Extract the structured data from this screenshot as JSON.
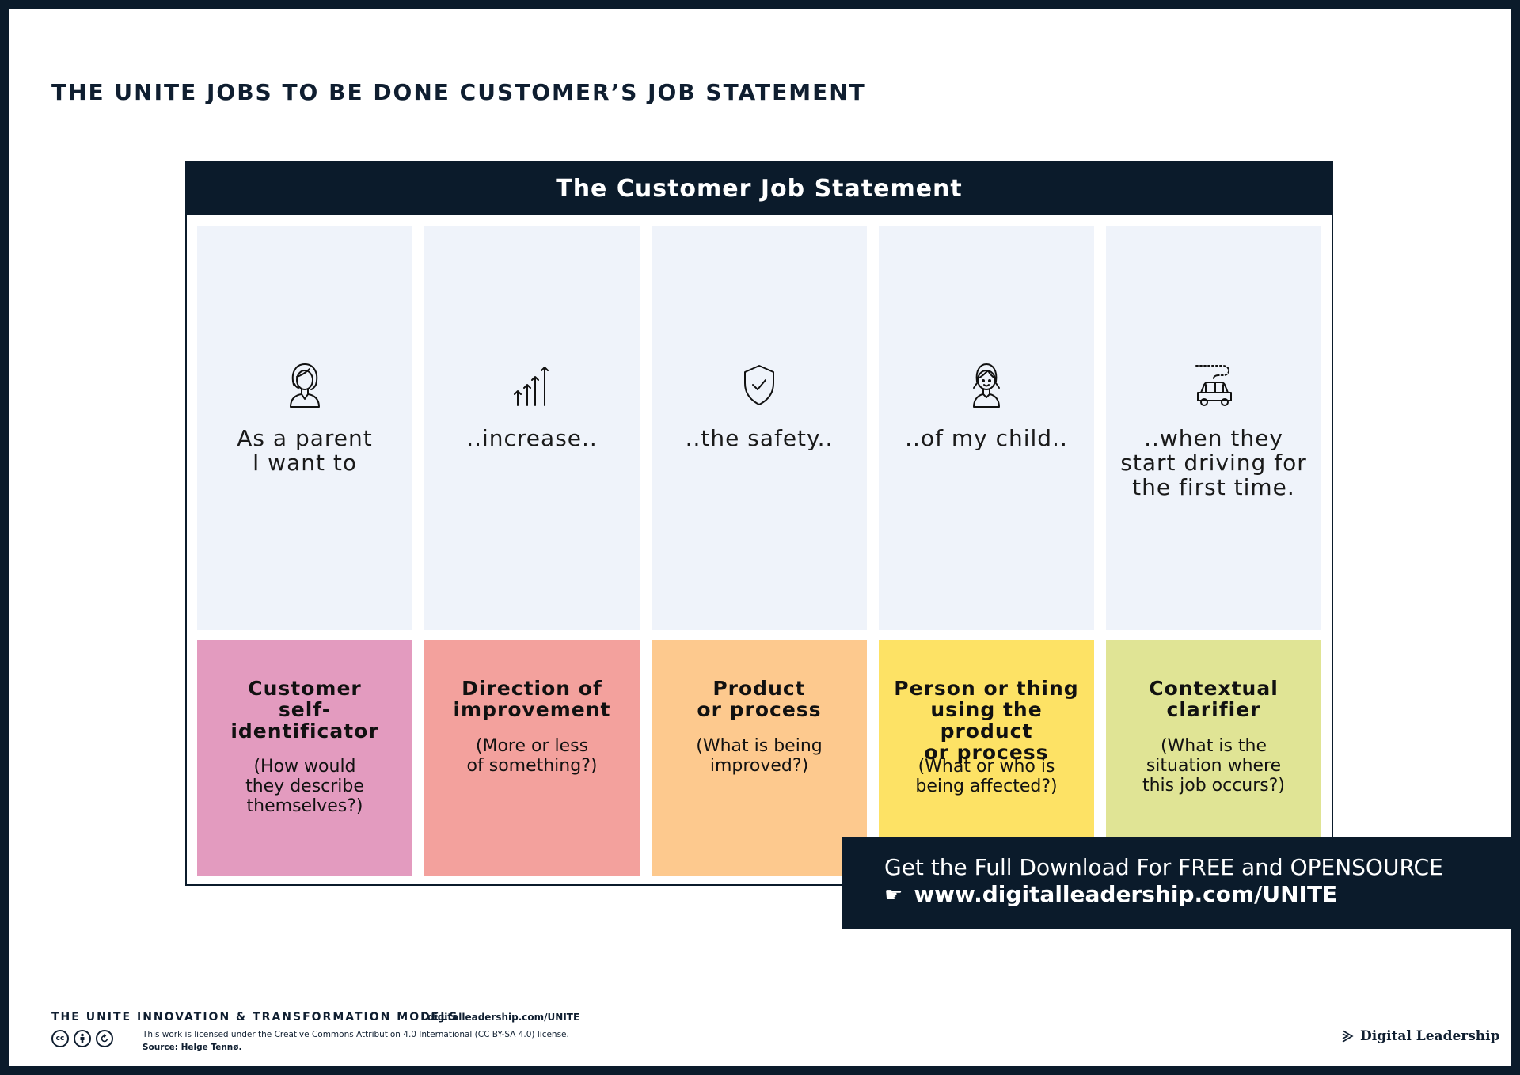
{
  "page": {
    "title": "THE UNITE JOBS TO BE DONE CUSTOMER’S JOB STATEMENT"
  },
  "card": {
    "header": "The Customer Job Statement",
    "columns": [
      {
        "icon": "woman-avatar-icon",
        "statement": "As a parent\nI want to",
        "label": "Customer\nself-\nidentificator",
        "question": "(How would\nthey describe\nthemselves?)",
        "color": "#e39bbf"
      },
      {
        "icon": "arrows-up-icon",
        "statement": "..increase..",
        "label": "Direction of\nimprovement",
        "question": "(More or less\nof something?)",
        "color": "#f3a19d"
      },
      {
        "icon": "shield-check-icon",
        "statement": "..the safety..",
        "label": "Product\nor process",
        "question": "(What is being\nimproved?)",
        "color": "#fdc98e"
      },
      {
        "icon": "girl-avatar-icon",
        "statement": "..of my child..",
        "label": "Person or thing\nusing the product\nor process",
        "question": "(What or who is\nbeing affected?)",
        "color": "#fde265"
      },
      {
        "icon": "car-route-icon",
        "statement": "..when they\nstart driving for\nthe first time.",
        "label": "Contextual\nclarifier",
        "question": "(What is the\nsituation where\nthis job occurs?)",
        "color": "#e0e495"
      }
    ]
  },
  "banner": {
    "line1": "Get the Full Download For FREE and OPENSOURCE",
    "line2": "www.digitalleadership.com/UNITE",
    "hand_icon": "pointing-hand-icon"
  },
  "footer": {
    "title": "THE UNITE INNOVATION & TRANSFORMATION MODELS",
    "url": "digitalleadership.com/UNITE",
    "license": "This work is licensed under the Creative Commons Attribution 4.0 International (CC BY-SA 4.0) license.",
    "source": "Source: Helge Tennø.",
    "cc_icons": [
      "cc-icon",
      "by-icon",
      "sa-icon"
    ],
    "brand": "Digital Leadership"
  }
}
